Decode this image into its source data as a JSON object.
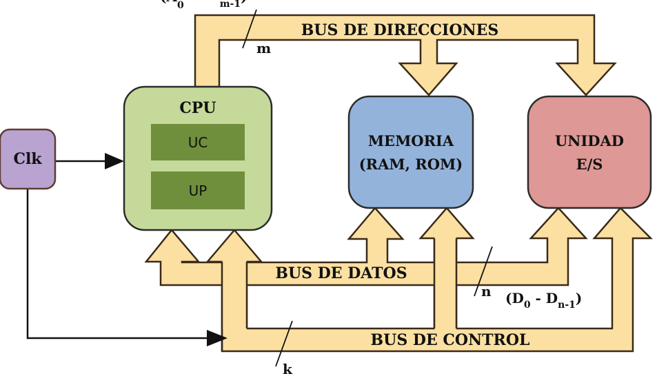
{
  "address_bus": {
    "label": "BUS DE DIRECCIONES",
    "width": "m",
    "range_top": "(A",
    "range_sub0": "0",
    "range_subm": "m-1",
    "range_close": ")"
  },
  "data_bus": {
    "label": "BUS DE DATOS",
    "width": "n",
    "range_open": "(D",
    "range_sub0": "0",
    "range_mid": " - D",
    "range_subn": "n-1",
    "range_close": ")"
  },
  "control_bus": {
    "label": "BUS DE CONTROL",
    "width": "k"
  },
  "clk": {
    "label": "Clk",
    "color": "#b9a3d1"
  },
  "cpu": {
    "label": "CPU",
    "color": "#c5d99a",
    "units": [
      {
        "label": "UC",
        "color": "#6f8f3c"
      },
      {
        "label": "UP",
        "color": "#6f8f3c"
      }
    ]
  },
  "memory": {
    "line1": "MEMORIA",
    "line2": "(RAM, ROM)",
    "color": "#93b3da"
  },
  "io": {
    "line1": "UNIDAD",
    "line2": "E/S",
    "color": "#de9895"
  },
  "colors": {
    "bus": "#fbe0a2",
    "bus_border": "#3a2a18",
    "box_border": "#2b2b2b"
  }
}
